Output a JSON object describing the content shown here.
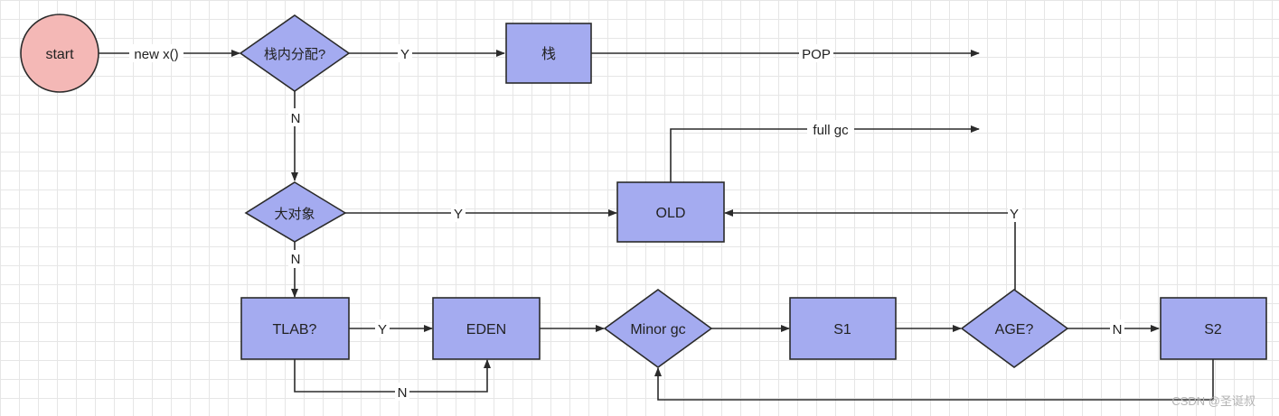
{
  "colors": {
    "node_fill": "#a4abf0",
    "start_fill": "#f4b8b6",
    "stroke": "#2b2b2b"
  },
  "nodes": {
    "start": "start",
    "stack_alloc": "栈内分配?",
    "stack": "栈",
    "large_object": "大对象",
    "old": "OLD",
    "tlab": "TLAB?",
    "eden": "EDEN",
    "minor_gc": "Minor gc",
    "s1": "S1",
    "age": "AGE?",
    "s2": "S2"
  },
  "edges": {
    "new_x": "new x()",
    "stack_alloc_yes": "Y",
    "pop": "POP",
    "stack_alloc_no": "N",
    "full_gc": "full gc",
    "large_object_yes": "Y",
    "large_object_no": "N",
    "age_yes": "Y",
    "tlab_yes": "Y",
    "tlab_no": "N",
    "age_no": "N"
  },
  "watermark": "CSDN @圣诞叔"
}
